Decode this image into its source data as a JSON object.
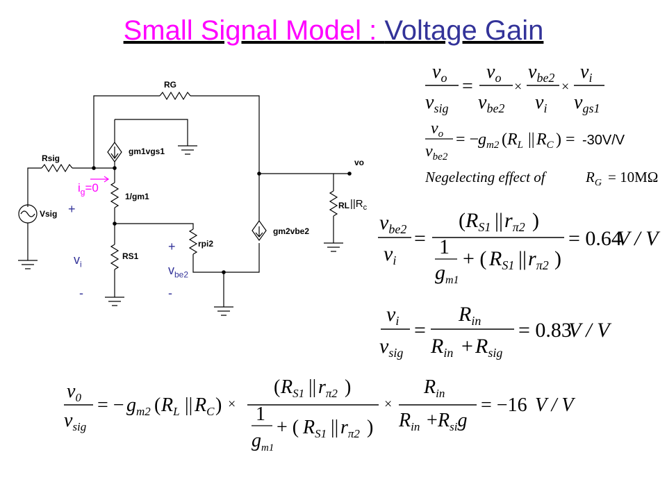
{
  "slide": {
    "title_part1": "Small Signal Model : ",
    "title_part2": "Voltage Gain"
  },
  "circuit": {
    "labels": {
      "rg": "RG",
      "rsig": "Rsig",
      "vsig": "Vsig",
      "gm1vgs1": "gm1vgs1",
      "one_over_gm1": "1/gm1",
      "rs1": "RS1",
      "rpi2": "rpi2",
      "gm2vbe2": "gm2vbe2",
      "rl": "RL",
      "vo": "vo",
      "rc_suffix": "||R",
      "rc_sub": "c"
    },
    "annotations": {
      "ig_main": "i",
      "ig_sub": "g",
      "ig_value": "=0",
      "vi_plus": "+",
      "vi_main": "v",
      "vi_sub": "i",
      "vi_minus": "-",
      "vbe2_plus": "+",
      "vbe2_main": "v",
      "vbe2_sub": "be2",
      "vbe2_minus": "-"
    }
  },
  "equations": {
    "eq1": {
      "lhs_num": "v",
      "lhs_num_sub": "o",
      "lhs_den": "v",
      "lhs_den_sub": "sig",
      "f1_num": "v",
      "f1_num_sub": "o",
      "f1_den": "v",
      "f1_den_sub": "be2",
      "f2_num": "v",
      "f2_num_sub": "be2",
      "f2_den": "v",
      "f2_den_sub": "i",
      "f3_num": "v",
      "f3_num_sub": "i",
      "f3_den": "v",
      "f3_den_sub": "gs1"
    },
    "eq2": {
      "num": "v",
      "num_sub": "o",
      "den": "v",
      "den_sub": "be2",
      "rhs_g": "g",
      "rhs_g_sub": "m2",
      "rhs_R1": "R",
      "rhs_R1_sub": "L",
      "rhs_R2": "R",
      "rhs_R2_sub": "C",
      "result": "-30V/V"
    },
    "note": {
      "text": "Negelecting  effect of",
      "R": "R",
      "R_sub": "G",
      "value": "= 10MΩ"
    },
    "eq3": {
      "lhs_num": "v",
      "lhs_num_sub": "be2",
      "lhs_den": "v",
      "lhs_den_sub": "i",
      "num_R": "R",
      "num_R_sub": "S1",
      "num_r": "r",
      "num_r_sub": "π2",
      "den_one": "1",
      "den_g": "g",
      "den_g_sub": "m1",
      "den_R": "R",
      "den_R_sub": "S1",
      "den_r": "r",
      "den_r_sub": "π2",
      "result": "= 0.64",
      "result_units": "V / V"
    },
    "eq4": {
      "lhs_num": "v",
      "lhs_num_sub": "i",
      "lhs_den": "v",
      "lhs_den_sub": "sig",
      "num_R": "R",
      "num_R_sub": "in",
      "den_R1": "R",
      "den_R1_sub": "in",
      "den_R2": "R",
      "den_R2_sub": "sig",
      "result": "= 0.83",
      "result_units": "V / V"
    },
    "eq5": {
      "lhs_num": "v",
      "lhs_num_sub": "0",
      "lhs_den": "v",
      "lhs_den_sub": "sig",
      "g": "g",
      "g_sub": "m2",
      "R1": "R",
      "R1_sub": "L",
      "R2": "R",
      "R2_sub": "C",
      "f2_num_R": "R",
      "f2_num_R_sub": "S1",
      "f2_num_r": "r",
      "f2_num_r_sub": "π2",
      "f2_den_one": "1",
      "f2_den_g": "g",
      "f2_den_g_sub": "m1",
      "f2_den_R": "R",
      "f2_den_R_sub": "S1",
      "f2_den_r": "r",
      "f2_den_r_sub": "π2",
      "f3_num": "R",
      "f3_num_sub": "in",
      "f3_den_R1": "R",
      "f3_den_R1_sub": "in",
      "f3_den_R2": "R",
      "f3_den_R2_sub": "si",
      "f3_den_tail": "g",
      "result": "= −16",
      "result_units": "V / V"
    }
  },
  "colors": {
    "title_part1": "#ff00ff",
    "title_part2": "#333399",
    "annotation_blue": "#333399",
    "annotation_pink": "#ff00ff"
  }
}
